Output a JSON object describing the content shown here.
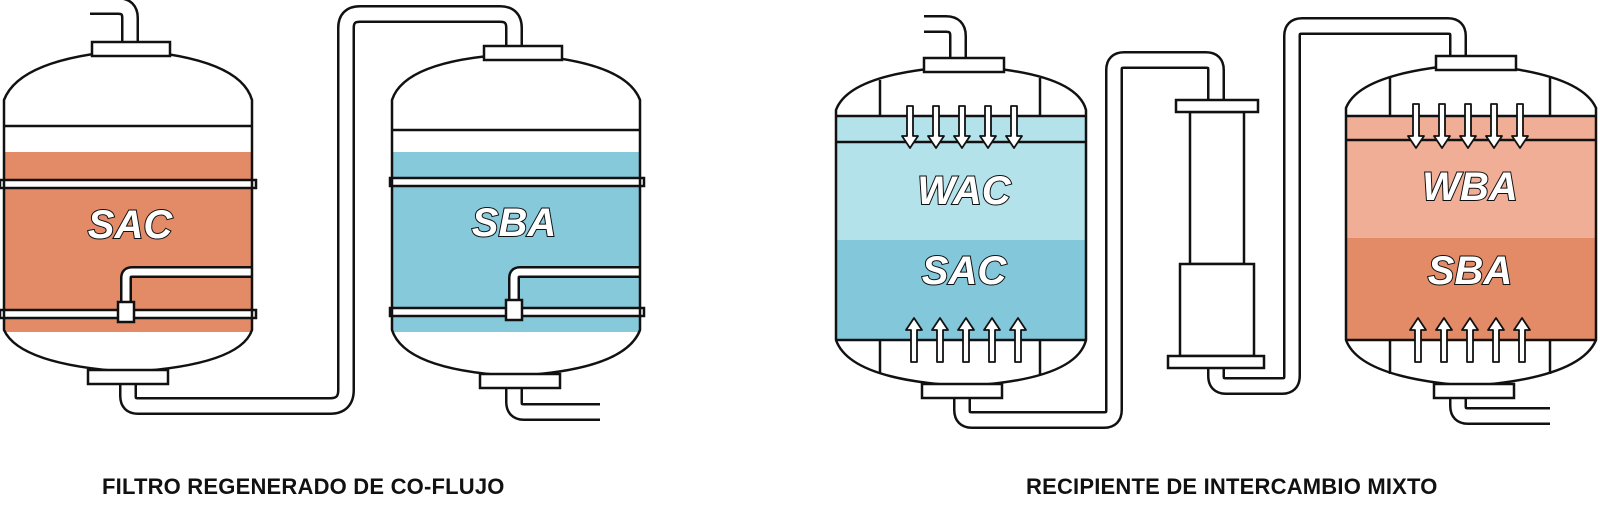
{
  "diagrams": [
    {
      "caption": "FILTRO REGENERADO DE CO-FLUJO",
      "vessels": [
        {
          "label": "SAC",
          "color": "#e38b67"
        },
        {
          "label": "SBA",
          "color": "#86c9da"
        }
      ]
    },
    {
      "caption": "RECIPIENTE DE INTERCAMBIO MIXTO",
      "vessels": [
        {
          "layers": [
            {
              "label": "WAC",
              "color": "#b3e2ea"
            },
            {
              "label": "SAC",
              "color": "#83c8da"
            }
          ]
        },
        {
          "layers": [
            {
              "label": "WBA",
              "color": "#f1ae96"
            },
            {
              "label": "SBA",
              "color": "#e38b67"
            }
          ]
        }
      ]
    }
  ],
  "colors": {
    "line": "#111111",
    "background": "#ffffff"
  }
}
